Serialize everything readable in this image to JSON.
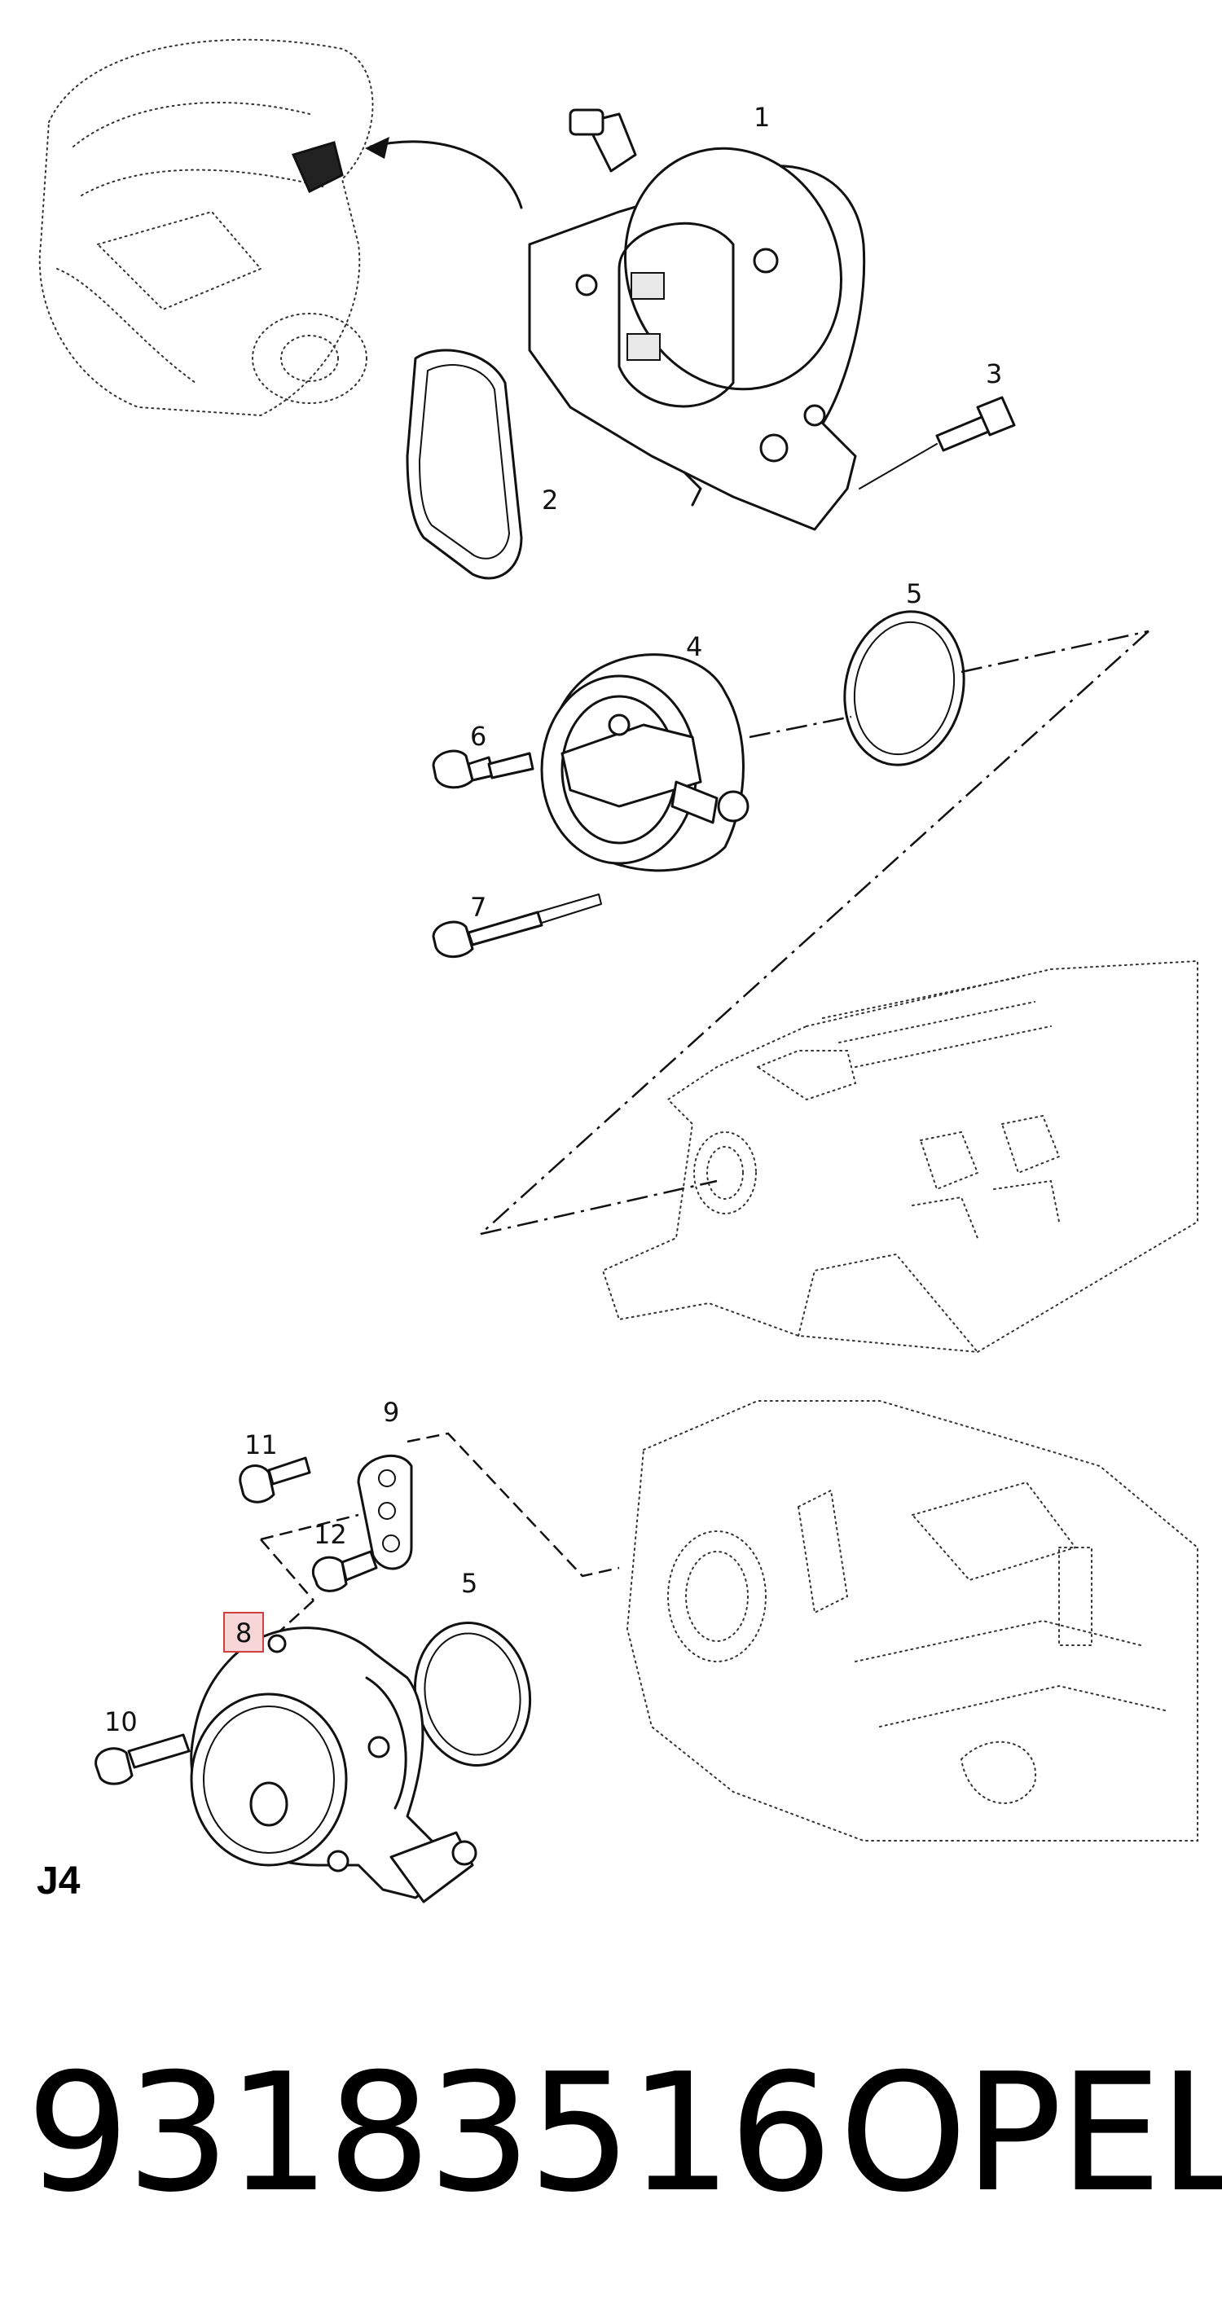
{
  "diagram": {
    "callouts": [
      "1",
      "2",
      "3",
      "4",
      "5",
      "6",
      "7",
      "8",
      "9",
      "10",
      "11",
      "12",
      "5"
    ],
    "highlighted_callout": "8",
    "highlight_color": "#d04040",
    "sheet_label": "J4"
  },
  "footer": {
    "part_number": "93183516",
    "brand": "OPEL"
  }
}
